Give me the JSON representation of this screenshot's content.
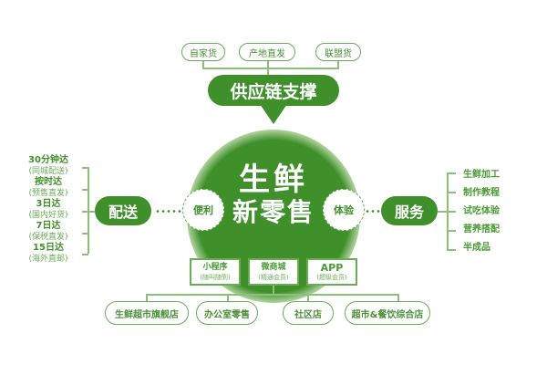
{
  "colors": {
    "primary_green": "#3f8f2a",
    "outline_green": "#6aab55",
    "connector_green": "#8cbf7a",
    "background": "#ffffff"
  },
  "supply": {
    "sources": [
      "自家货",
      "产地直发",
      "联盟货"
    ],
    "banner": "供应链支撑"
  },
  "center": {
    "line1": "生鲜",
    "line2": "新零售"
  },
  "left": {
    "circle": "便利",
    "pill": "配送",
    "items": [
      {
        "title": "30分钟达",
        "sub": "(同城配送)"
      },
      {
        "title": "按时达",
        "sub": "(预售直发)"
      },
      {
        "title": "3日达",
        "sub": "(国内好货)"
      },
      {
        "title": "7日达",
        "sub": "(保税直发)"
      },
      {
        "title": "15日达",
        "sub": "(海外直邮)"
      }
    ]
  },
  "right": {
    "circle": "体验",
    "pill": "服务",
    "items": [
      "生鲜加工",
      "制作教程",
      "试吃体验",
      "营养搭配",
      "半成品"
    ]
  },
  "channels": [
    {
      "title": "小程序",
      "sub": "(随叫随到)"
    },
    {
      "title": "微商城",
      "sub": "(精通会员)"
    },
    {
      "title": "APP",
      "sub": "(超级会员)"
    }
  ],
  "stores": [
    "生鲜超市旗舰店",
    "办公室零售",
    "社区店",
    "超市&餐饮综合店"
  ]
}
